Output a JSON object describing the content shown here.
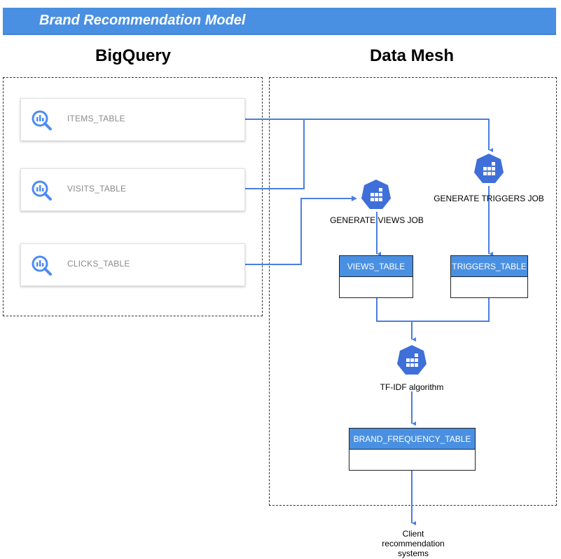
{
  "header": {
    "title": "Brand Recommendation Model"
  },
  "sections": {
    "left": "BigQuery",
    "right": "Data Mesh"
  },
  "bigquery_tables": [
    {
      "label": "ITEMS_TABLE",
      "icon": "bigquery-icon"
    },
    {
      "label": "VISITS_TABLE",
      "icon": "bigquery-icon"
    },
    {
      "label": "CLICKS_TABLE",
      "icon": "bigquery-icon"
    }
  ],
  "jobs": {
    "triggers": {
      "label": "GENERATE TRIGGERS JOB",
      "icon": "kubernetes-job-icon"
    },
    "views": {
      "label": "GENERATE VIEWS JOB",
      "icon": "kubernetes-job-icon"
    },
    "tfidf": {
      "label": "TF-IDF algorithm",
      "icon": "kubernetes-job-icon"
    }
  },
  "tables": {
    "views": "VIEWS_TABLE",
    "triggers": "TRIGGERS_TABLE",
    "brand_frequency": "BRAND_FREQUENCY_TABLE"
  },
  "client": {
    "line1": "Client",
    "line2": "recommendation",
    "line3": "systems"
  },
  "colors": {
    "accent": "#4A90E2",
    "connector": "#4A7FE0",
    "icon_blue": "#3F6FD8",
    "bq_icon": "#4C8BF5"
  }
}
